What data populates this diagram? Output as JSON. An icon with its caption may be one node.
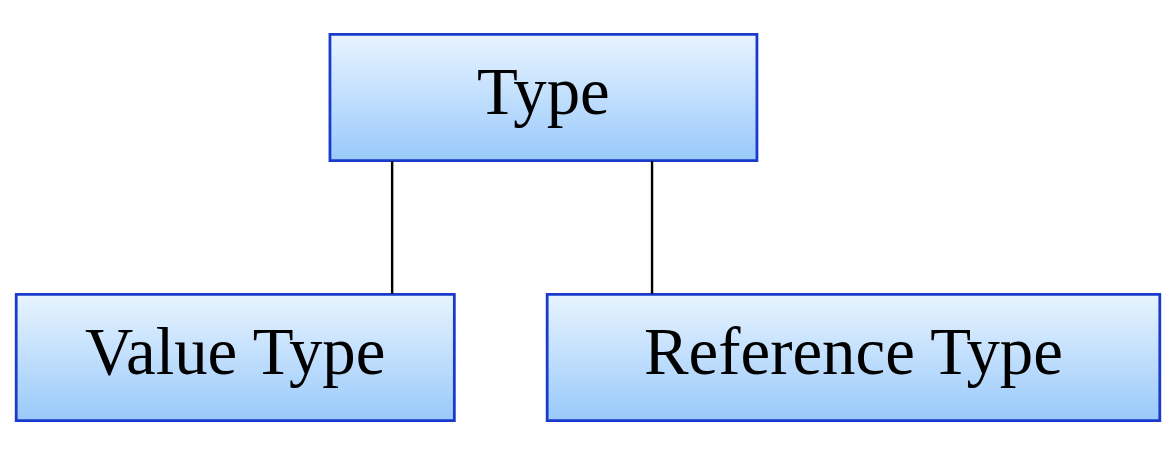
{
  "diagram": {
    "nodes": [
      {
        "text": [
          "Type"
        ]
      },
      {
        "text": [
          "Value Type"
        ]
      },
      {
        "text": [
          "Reference Type"
        ]
      }
    ],
    "edges": [
      {
        "from": 0,
        "to": 1,
        "arrow": "none"
      },
      {
        "from": 0,
        "to": 2,
        "arrow": "none"
      }
    ]
  }
}
